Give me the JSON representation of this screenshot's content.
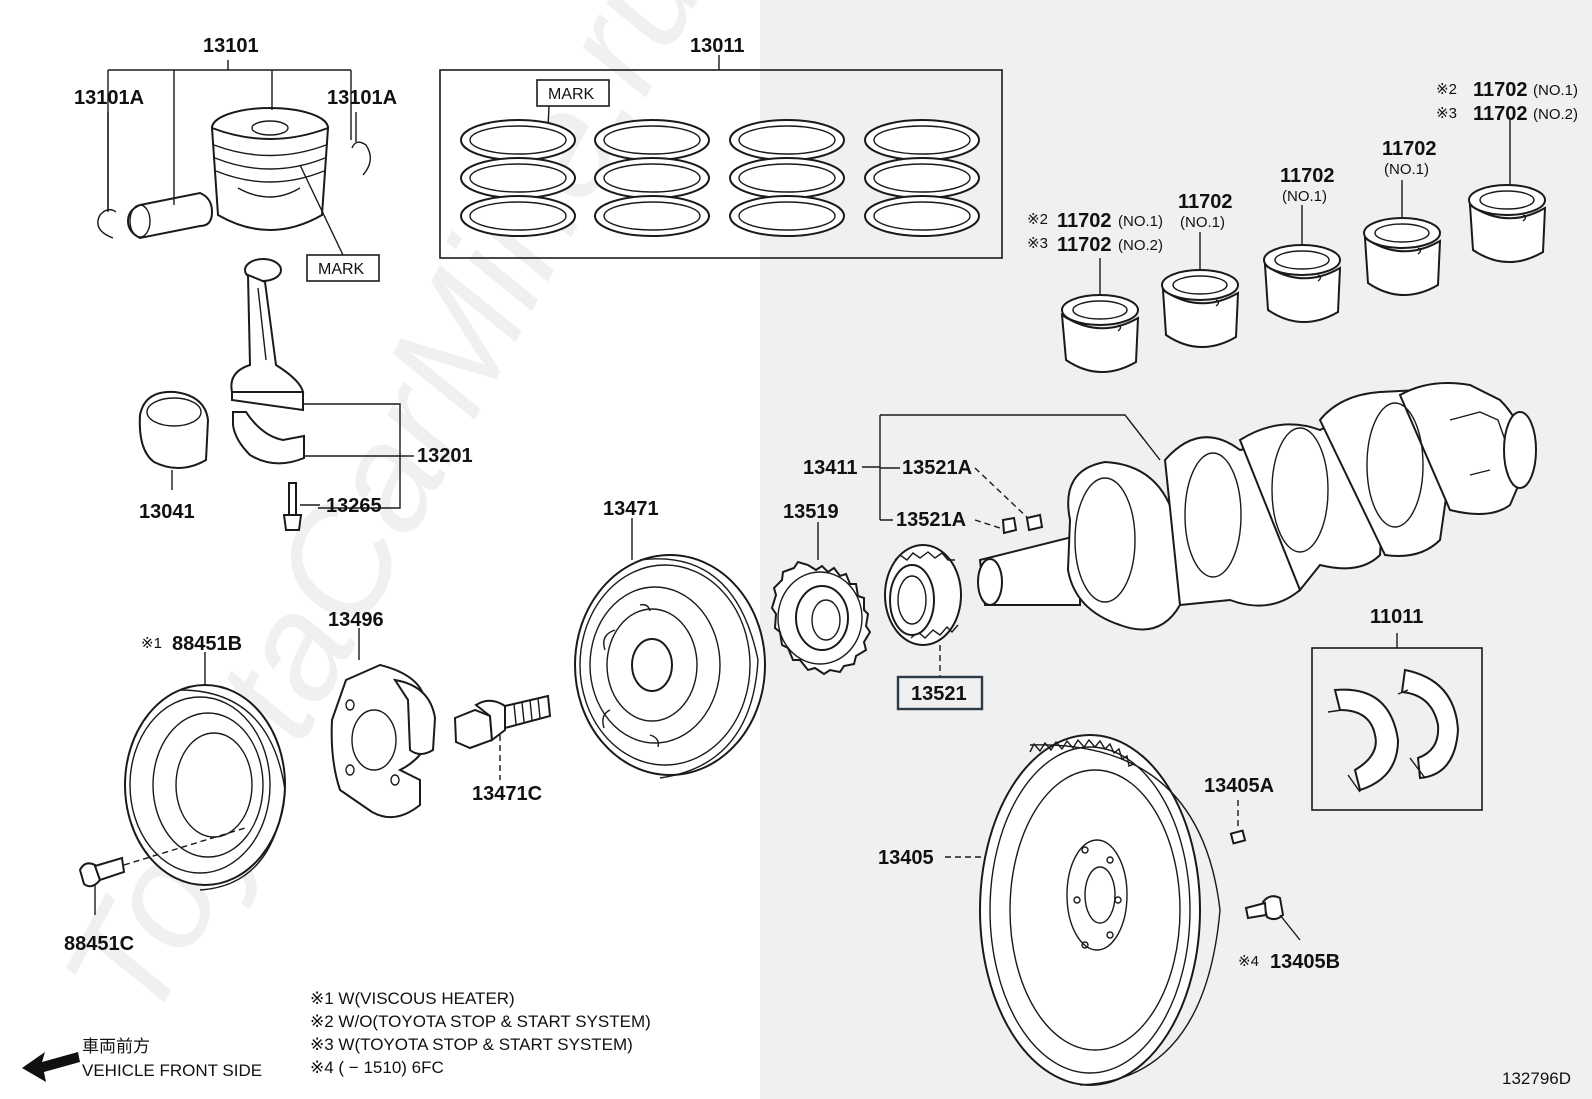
{
  "labels": {
    "p13101": "13101",
    "p13101a_left": "13101A",
    "p13101a_right": "13101A",
    "p13011": "13011",
    "mark_rings": "MARK",
    "mark_piston": "MARK",
    "p13201": "13201",
    "p13265": "13265",
    "p13041": "13041",
    "p13471": "13471",
    "p13519": "13519",
    "p13411": "13411",
    "p13521a_top": "13521A",
    "p13521a_bottom": "13521A",
    "p13521": "13521",
    "p13496": "13496",
    "p88451b": "88451B",
    "p88451b_ref": "※1",
    "p13471c": "13471C",
    "p88451c": "88451C",
    "p11011": "11011",
    "p13405": "13405",
    "p13405a": "13405A",
    "p13405b": "13405B",
    "p13405b_ref": "※4",
    "bearing_a_ref1": "※2",
    "bearing_a_num1": "11702",
    "bearing_a_sub1": "(NO.1)",
    "bearing_a_ref2": "※3",
    "bearing_a_num2": "11702",
    "bearing_a_sub2": "(NO.2)",
    "bearing_b_num": "11702",
    "bearing_b_sub": "(NO.1)",
    "bearing_c_num": "11702",
    "bearing_c_sub": "(NO.1)",
    "bearing_d_num": "11702",
    "bearing_d_sub": "(NO.1)",
    "bearing_e_ref1": "※2",
    "bearing_e_num1": "11702",
    "bearing_e_sub1": "(NO.1)",
    "bearing_e_ref2": "※3",
    "bearing_e_num2": "11702",
    "bearing_e_sub2": "(NO.2)"
  },
  "notes": [
    "※1 W(VISCOUS HEATER)",
    "※2 W/O(TOYOTA STOP & START SYSTEM)",
    "※3 W(TOYOTA STOP & START SYSTEM)",
    "※4 (          − 1510) 6FC"
  ],
  "direction": {
    "japanese": "車両前方",
    "english": "VEHICLE FRONT SIDE",
    "icon": "arrow-left-icon"
  },
  "diagram_code": "132796D",
  "watermark": "ToyotaCarMine.ru",
  "colors": {
    "line": "#1a1a1a",
    "right_panel_shade": "#f0f0f0",
    "highlight_box": "#2d3a46"
  }
}
